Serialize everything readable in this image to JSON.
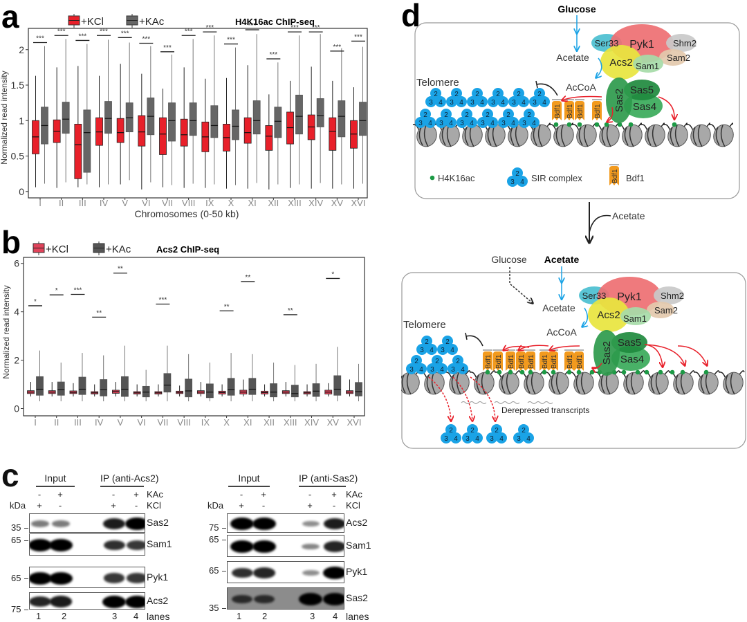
{
  "panel_labels": {
    "a": "a",
    "b": "b",
    "c": "c",
    "d": "d"
  },
  "chart_data": [
    {
      "type": "box",
      "title": "H4K16ac ChIP-seq",
      "xlabel": "Chromosomes (0-50 kb)",
      "ylabel": "Normalized read intensity",
      "ylim": [
        -0.09,
        2.3
      ],
      "yticks": [
        0,
        0.5,
        1,
        1.5,
        2
      ],
      "ytick_labels": [
        "0",
        "0.5",
        "1",
        "1.5",
        "2"
      ],
      "categories": [
        "I",
        "II",
        "III",
        "IV",
        "V",
        "VI",
        "VII",
        "VIII",
        "IX",
        "X",
        "XI",
        "XII",
        "XIII",
        "XIV",
        "XV",
        "XVI"
      ],
      "box_format": [
        "whisker_low",
        "q1",
        "median",
        "q3",
        "whisker_high"
      ],
      "series": [
        {
          "name": "+KCl",
          "color": "#e8202a",
          "boxes": [
            [
              0.06,
              0.53,
              0.77,
              1.0,
              1.63
            ],
            [
              0.05,
              0.69,
              0.85,
              1.01,
              1.75
            ],
            [
              0.06,
              0.18,
              0.66,
              0.95,
              1.77
            ],
            [
              0.06,
              0.65,
              0.84,
              1.04,
              1.63
            ],
            [
              0.1,
              0.69,
              0.83,
              1.03,
              1.8
            ],
            [
              0.03,
              0.64,
              0.84,
              1.07,
              1.66
            ],
            [
              0.06,
              0.52,
              0.81,
              1.04,
              1.45
            ],
            [
              0.05,
              0.64,
              0.8,
              1.02,
              1.75
            ],
            [
              0.05,
              0.56,
              0.77,
              0.98,
              1.59
            ],
            [
              0.04,
              0.57,
              0.76,
              0.95,
              1.6
            ],
            [
              0.04,
              0.68,
              0.83,
              1.04,
              1.78
            ],
            [
              0.03,
              0.58,
              0.78,
              0.93,
              1.37
            ],
            [
              0.05,
              0.67,
              0.9,
              1.12,
              1.56
            ],
            [
              0.04,
              0.73,
              0.91,
              1.08,
              1.76
            ],
            [
              0.04,
              0.58,
              0.85,
              1.04,
              1.56
            ],
            [
              0.04,
              0.61,
              0.81,
              1.0,
              1.47
            ]
          ]
        },
        {
          "name": "+KAc",
          "color": "#666666",
          "boxes": [
            [
              0.11,
              0.67,
              0.93,
              1.19,
              2.05
            ],
            [
              0.13,
              0.82,
              1.02,
              1.26,
              2.15
            ],
            [
              0.1,
              0.27,
              0.83,
              1.15,
              2.08
            ],
            [
              0.1,
              0.82,
              1.03,
              1.27,
              2.14
            ],
            [
              0.16,
              0.84,
              1.04,
              1.25,
              2.1
            ],
            [
              0.13,
              0.8,
              1.06,
              1.32,
              2.05
            ],
            [
              0.09,
              0.71,
              1.0,
              1.25,
              1.93
            ],
            [
              0.11,
              0.79,
              1.0,
              1.25,
              2.15
            ],
            [
              0.1,
              0.76,
              0.93,
              1.21,
              2.2
            ],
            [
              0.09,
              0.73,
              0.92,
              1.15,
              2.03
            ],
            [
              0.12,
              0.81,
              1.0,
              1.28,
              2.22
            ],
            [
              0.1,
              0.76,
              0.99,
              1.19,
              1.82
            ],
            [
              0.1,
              0.81,
              1.06,
              1.36,
              2.2
            ],
            [
              0.12,
              0.91,
              1.07,
              1.31,
              2.22
            ],
            [
              0.1,
              0.77,
              1.06,
              1.28,
              2.02
            ],
            [
              0.11,
              0.79,
              1.0,
              1.26,
              2.04
            ]
          ]
        }
      ],
      "significance": [
        {
          "label": "***",
          "y": 2.1
        },
        {
          "label": "***",
          "y": 2.2
        },
        {
          "label": "***",
          "y": 2.13
        },
        {
          "label": "***",
          "y": 2.2
        },
        {
          "label": "***",
          "y": 2.17
        },
        {
          "label": "***",
          "y": 2.09
        },
        {
          "label": "***",
          "y": 1.97
        },
        {
          "label": "***",
          "y": 2.2
        },
        {
          "label": "***",
          "y": 2.25
        },
        {
          "label": "***",
          "y": 2.08
        },
        {
          "label": "***",
          "y": 2.28
        },
        {
          "label": "***",
          "y": 1.87
        },
        {
          "label": "***",
          "y": 2.25
        },
        {
          "label": "***",
          "y": 2.25
        },
        {
          "label": "***",
          "y": 1.98
        },
        {
          "label": "***",
          "y": 2.12
        }
      ],
      "legend_position": "top-left"
    },
    {
      "type": "box",
      "title": "Acs2 ChIP-seq",
      "xlabel": "",
      "ylabel": "Normalized read intensity",
      "ylim": [
        -0.3,
        6.25
      ],
      "yticks": [
        0,
        2,
        4,
        6
      ],
      "ytick_labels": [
        "0",
        "2",
        "4",
        "6"
      ],
      "categories": [
        "I",
        "II",
        "III",
        "IV",
        "V",
        "VI",
        "VII",
        "VIII",
        "IX",
        "X",
        "XI",
        "XII",
        "XIII",
        "XIV",
        "XV",
        "XVI"
      ],
      "box_format": [
        "whisker_low",
        "q1",
        "median",
        "q3",
        "whisker_high"
      ],
      "series": [
        {
          "name": "+KCl",
          "color": "#e0435a",
          "boxes": [
            [
              0.5,
              0.62,
              0.68,
              0.74,
              1.1
            ],
            [
              0.5,
              0.62,
              0.68,
              0.74,
              1.1
            ],
            [
              0.5,
              0.62,
              0.67,
              0.73,
              1.05
            ],
            [
              0.5,
              0.6,
              0.65,
              0.7,
              1.0
            ],
            [
              0.5,
              0.63,
              0.7,
              0.76,
              1.1
            ],
            [
              0.5,
              0.6,
              0.65,
              0.7,
              1.0
            ],
            [
              0.5,
              0.6,
              0.65,
              0.7,
              1.0
            ],
            [
              0.5,
              0.62,
              0.67,
              0.72,
              0.95
            ],
            [
              0.5,
              0.62,
              0.68,
              0.74,
              1.1
            ],
            [
              0.5,
              0.6,
              0.66,
              0.72,
              1.0
            ],
            [
              0.5,
              0.6,
              0.68,
              0.76,
              1.2
            ],
            [
              0.5,
              0.6,
              0.66,
              0.72,
              1.0
            ],
            [
              0.5,
              0.62,
              0.68,
              0.74,
              1.1
            ],
            [
              0.5,
              0.6,
              0.65,
              0.7,
              1.0
            ],
            [
              0.5,
              0.6,
              0.68,
              0.76,
              1.05
            ],
            [
              0.5,
              0.62,
              0.68,
              0.74,
              1.2
            ]
          ]
        },
        {
          "name": "+KAc",
          "color": "#555555",
          "boxes": [
            [
              0.3,
              0.55,
              0.8,
              1.32,
              2.4
            ],
            [
              0.3,
              0.55,
              0.78,
              1.1,
              1.9
            ],
            [
              0.3,
              0.58,
              0.8,
              1.3,
              2.3
            ],
            [
              0.3,
              0.52,
              0.78,
              1.2,
              2.2
            ],
            [
              0.3,
              0.5,
              0.8,
              1.32,
              2.6
            ],
            [
              0.3,
              0.48,
              0.68,
              0.92,
              1.6
            ],
            [
              0.3,
              0.68,
              0.97,
              1.45,
              2.6
            ],
            [
              0.3,
              0.48,
              0.73,
              1.22,
              2.25
            ],
            [
              0.3,
              0.45,
              0.68,
              1.02,
              1.9
            ],
            [
              0.3,
              0.55,
              0.78,
              1.25,
              2.3
            ],
            [
              0.3,
              0.58,
              0.8,
              1.25,
              2.25
            ],
            [
              0.3,
              0.48,
              0.68,
              1.03,
              1.9
            ],
            [
              0.3,
              0.48,
              0.62,
              0.97,
              1.8
            ],
            [
              0.3,
              0.5,
              0.72,
              1.03,
              1.85
            ],
            [
              0.3,
              0.55,
              0.8,
              1.36,
              2.55
            ],
            [
              0.3,
              0.52,
              0.7,
              1.08,
              1.85
            ]
          ]
        }
      ],
      "significance": [
        {
          "label": "*",
          "y": 4.25
        },
        {
          "label": "*",
          "y": 4.7
        },
        {
          "label": "***",
          "y": 4.72
        },
        {
          "label": "**",
          "y": 3.78
        },
        {
          "label": "**",
          "y": 5.6
        },
        null,
        {
          "label": "***",
          "y": 4.32
        },
        null,
        null,
        {
          "label": "**",
          "y": 4.04
        },
        {
          "label": "**",
          "y": 5.25
        },
        null,
        {
          "label": "**",
          "y": 3.88
        },
        null,
        {
          "label": "*",
          "y": 5.38
        },
        null
      ],
      "legend_position": "top-left"
    }
  ],
  "blots": [
    {
      "headers": [
        "Input",
        "IP (anti-Acs2)"
      ],
      "kac_label": "KAc",
      "kcl_label": "KCl",
      "kda_label": "kDa",
      "kac": [
        "-",
        "+",
        "-",
        "+"
      ],
      "kcl": [
        "+",
        "-",
        "+",
        "-"
      ],
      "rows": [
        {
          "protein": "Sas2",
          "marker": "35",
          "intensities": [
            0.35,
            0.35,
            0.85,
            1.0
          ]
        },
        {
          "protein": "Sam1",
          "marker": "65",
          "intensities": [
            1.0,
            1.0,
            0.75,
            0.7
          ]
        },
        {
          "protein": "Pyk1",
          "marker": "65",
          "intensities": [
            1.0,
            1.0,
            0.7,
            0.7
          ]
        },
        {
          "protein": "Acs2",
          "marker": "75",
          "intensities": [
            0.8,
            0.85,
            1.0,
            1.0
          ]
        }
      ],
      "lanes": [
        "1",
        "2",
        "3",
        "4"
      ],
      "lanes_label": "lanes"
    },
    {
      "headers": [
        "Input",
        "IP (anti-Sas2)"
      ],
      "kac_label": "KAc",
      "kcl_label": "KCl",
      "kda_label": "kDa",
      "kac": [
        "-",
        "+",
        "-",
        "+"
      ],
      "kcl": [
        "+",
        "-",
        "+",
        "-"
      ],
      "rows": [
        {
          "protein": "Acs2",
          "marker": "75",
          "intensities": [
            1.0,
            1.0,
            0.25,
            0.85
          ]
        },
        {
          "protein": "Sam1",
          "marker": "65",
          "intensities": [
            1.0,
            1.0,
            0.3,
            0.8
          ]
        },
        {
          "protein": "Pyk1",
          "marker": "65",
          "intensities": [
            0.75,
            0.8,
            0.25,
            1.0
          ]
        },
        {
          "protein": "Sas2",
          "marker": "35",
          "intensities": [
            0.6,
            0.6,
            1.0,
            1.0
          ]
        }
      ],
      "lanes": [
        "1",
        "2",
        "3",
        "4"
      ],
      "lanes_label": "lanes"
    }
  ],
  "diagram": {
    "top": {
      "glucose": "Glucose",
      "acetate": "Acetate",
      "accoa": "AcCoA",
      "telomere": "Telomere"
    },
    "transition": "Acetate",
    "bottom": {
      "glucose": "Glucose",
      "acetate_bold": "Acetate",
      "acetate": "Acetate",
      "accoa": "AcCoA",
      "telomere": "Telomere",
      "derepressed": "Derepressed transcripts"
    },
    "proteins": {
      "ser33": "Ser33",
      "pyk1": "Pyk1",
      "shm2": "Shm2",
      "sam2": "Sam2",
      "acs2": "Acs2",
      "sam1": "Sam1",
      "sas2": "Sas2",
      "sas5": "Sas5",
      "sas4": "Sas4",
      "bdf1": "Bdf1"
    },
    "sir_subunits": [
      "2",
      "3",
      "4"
    ],
    "legend": {
      "h4k16ac": "H4K16ac",
      "sir": "SIR complex",
      "bdf1": "Bdf1"
    },
    "colors": {
      "sir": "#1aa3e6",
      "bdf1": "#f29a1e",
      "h4k16ac": "#1c9a45",
      "pyk1": "#ee6f72",
      "ser33": "#4bbfd0",
      "acs2": "#e8e53e",
      "sam1": "#a6dba8",
      "shm2": "#c9c9c9",
      "sam2": "#e3c9ad",
      "sas2": "#2e9a4c",
      "sas5": "#1f8a3e",
      "sas4": "#3aaa5a",
      "arrow_blue": "#1aa3e6",
      "arrow_red": "#e8202a"
    }
  }
}
